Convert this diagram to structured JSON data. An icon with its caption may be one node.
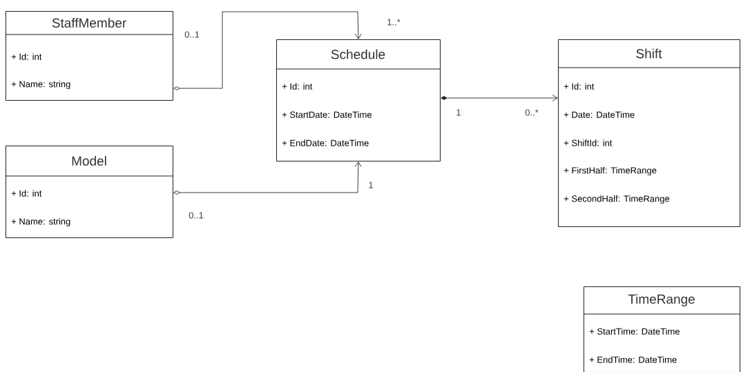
{
  "diagram": {
    "nodes": [
      {
        "text": [
          "StaffMember",
          "+ Id: int",
          "+ Name: string"
        ]
      },
      {
        "text": [
          "Schedule",
          "+ Id: int",
          "+ StartDate: DateTime",
          "+ EndDate: DateTime"
        ]
      },
      {
        "text": [
          "Shift",
          "+ Id: int",
          "+ Date: DateTime",
          "+ ShiftId: int",
          "+ FirstHalf: TimeRange",
          "+ SecondHalf: TimeRange"
        ]
      },
      {
        "text": [
          "Model",
          "+ Id: int",
          "+ Name: string"
        ]
      },
      {
        "text": [
          "TimeRange",
          "+ StartTime: DateTime",
          "+ EndTime: DateTime"
        ]
      }
    ],
    "edges": [
      {
        "from": 0,
        "to": 1,
        "arrow": "to"
      },
      {
        "from": 1,
        "to": 2,
        "arrow": "to"
      },
      {
        "from": 3,
        "to": 1,
        "arrow": "to"
      }
    ],
    "labels": [
      "1..*",
      "0..1",
      "1",
      "0..*",
      "1",
      "0..1"
    ]
  }
}
